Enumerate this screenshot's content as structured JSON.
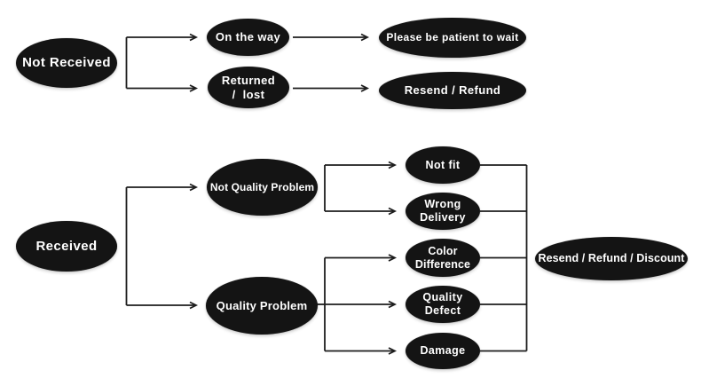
{
  "colors": {
    "background": "#ffffff",
    "node_fill": "#141414",
    "node_text": "#ffffff",
    "line_color": "#1d1d1d"
  },
  "not_received_flow": {
    "root": "Not Received",
    "on_the_way": "On the way",
    "returned_lost": "Returned\n/  lost",
    "please_wait": "Please be patient to wait",
    "resend_refund": "Resend / Refund"
  },
  "received_flow": {
    "root": "Received",
    "not_quality_problem": "Not Quality Problem",
    "quality_problem": "Quality Problem",
    "not_fit": "Not fit",
    "wrong_delivery": "Wrong\nDelivery",
    "color_difference": "Color\nDifference",
    "quality_defect": "Quality\nDefect",
    "damage": "Damage",
    "resend_refund_discount": "Resend / Refund / Discount"
  }
}
